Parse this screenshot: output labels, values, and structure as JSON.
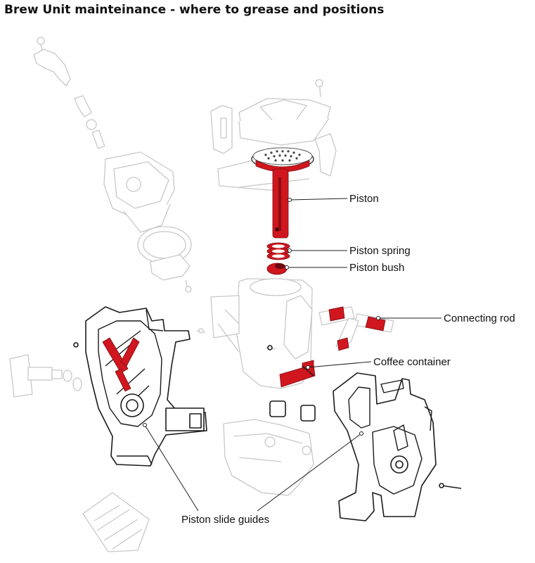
{
  "title": "Brew Unit mainteinance - where to grease and positions",
  "labels": {
    "piston": "Piston",
    "piston_spring": "Piston spring",
    "piston_bush": "Piston bush",
    "connecting_rod": "Connecting rod",
    "coffee_container": "Coffee container",
    "piston_slide_guides": "Piston slide guides"
  },
  "colors": {
    "grease_highlight": "#d0161e",
    "outline": "#1a1a1a",
    "ghost_outline": "#c8c8c8",
    "text": "#111111"
  }
}
